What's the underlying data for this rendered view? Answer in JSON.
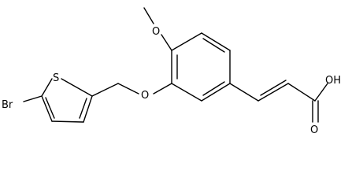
{
  "molecule": {
    "atoms": {
      "bromine": "Br",
      "thiophene_sulfur": "S",
      "ether_oxygen": "O",
      "methoxy_oxygen": "O",
      "carbonyl_oxygen": "O",
      "hydroxyl": "OH"
    },
    "colors": {
      "bond": "#000000",
      "label": "#000000",
      "background": "#ffffff"
    }
  }
}
